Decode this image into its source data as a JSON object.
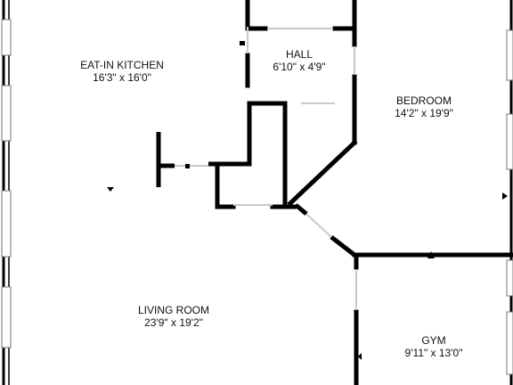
{
  "floorplan": {
    "rooms": [
      {
        "name": "EAT-IN KITCHEN",
        "dimensions": "16'3\" x 16'0\""
      },
      {
        "name": "HALL",
        "dimensions": "6'10\" x 4'9\""
      },
      {
        "name": "BEDROOM",
        "dimensions": "14'2\" x 19'9\""
      },
      {
        "name": "LIVING ROOM",
        "dimensions": "23'9\" x 19'2\""
      },
      {
        "name": "GYM",
        "dimensions": "9'11\" x 13'0\""
      }
    ]
  },
  "colors": {
    "wall": "#000000",
    "opening": "#c8c8c8",
    "background": "#ffffff"
  }
}
